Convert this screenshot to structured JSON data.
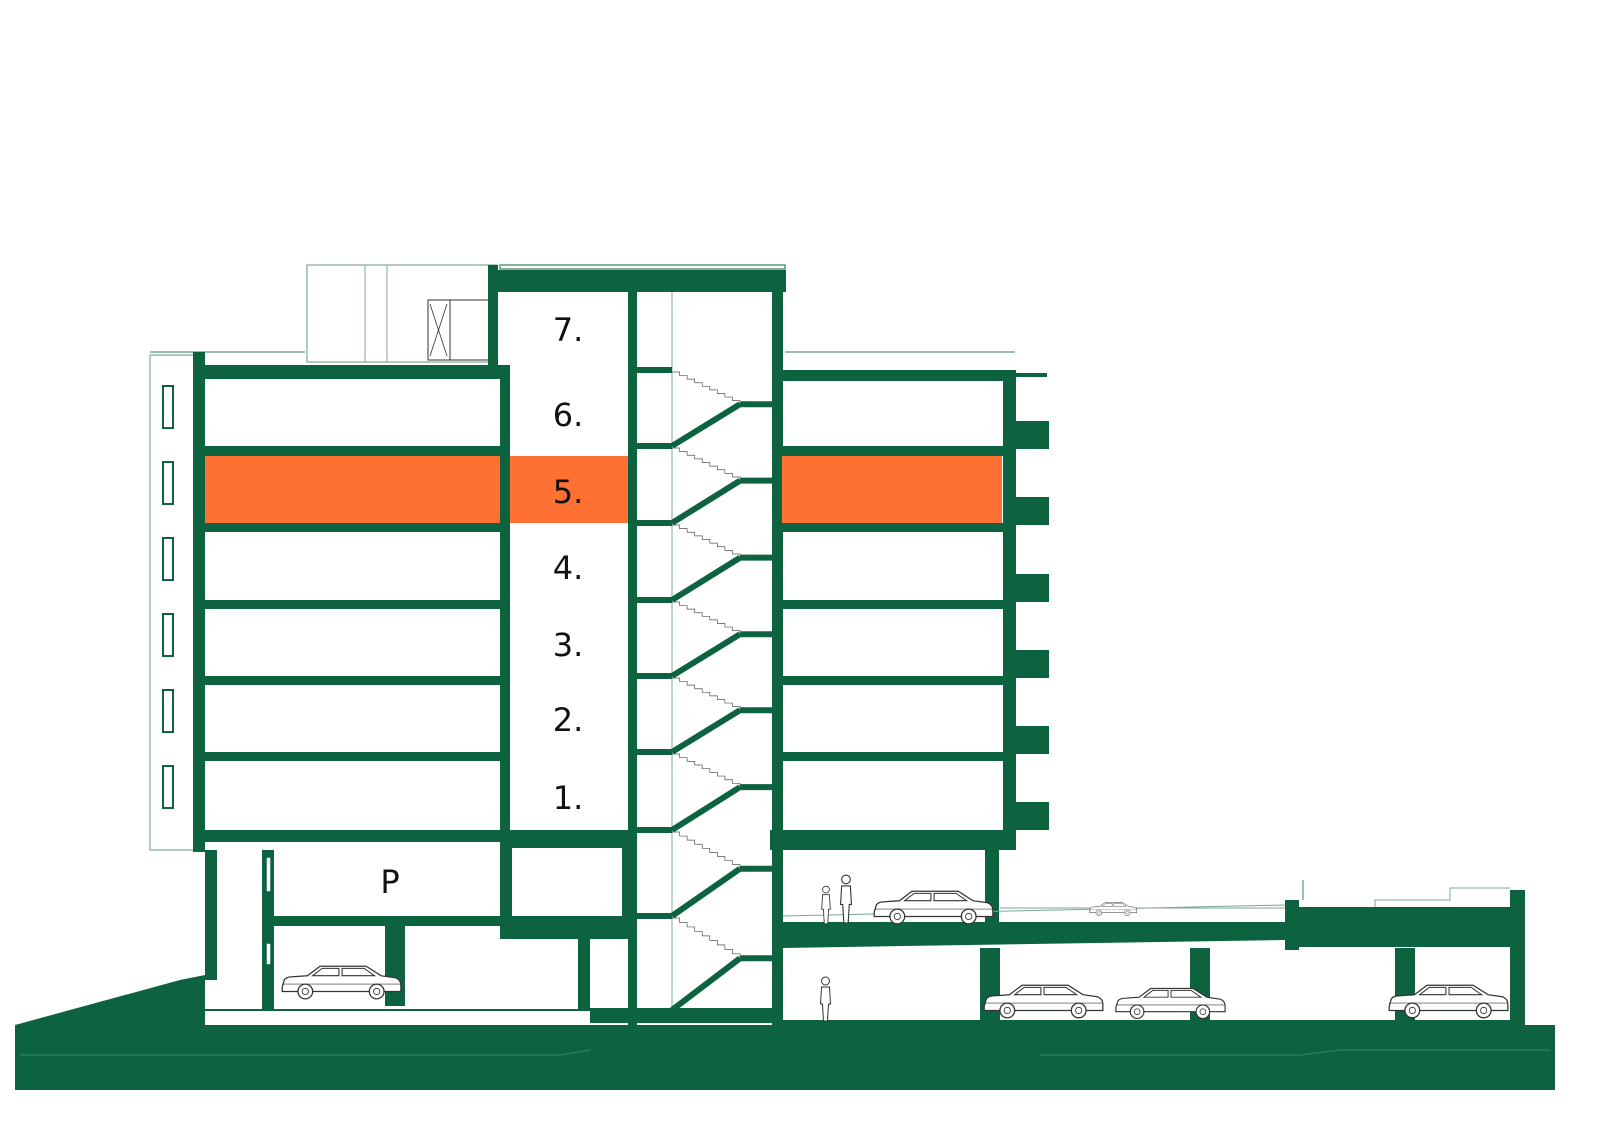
{
  "colors": {
    "structure": "#0d6340",
    "highlight": "#ff7133",
    "background": "#ffffff",
    "thin_line": "#7aa895",
    "label": "#111111"
  },
  "floors": [
    {
      "label": "7.",
      "highlighted": false
    },
    {
      "label": "6.",
      "highlighted": false
    },
    {
      "label": "5.",
      "highlighted": true
    },
    {
      "label": "4.",
      "highlighted": false
    },
    {
      "label": "3.",
      "highlighted": false
    },
    {
      "label": "2.",
      "highlighted": false
    },
    {
      "label": "1.",
      "highlighted": false
    }
  ],
  "parking": {
    "label": "P"
  },
  "icons": [
    "car-icon",
    "person-icon",
    "parent-with-child-icon",
    "stair-flight-icon"
  ]
}
